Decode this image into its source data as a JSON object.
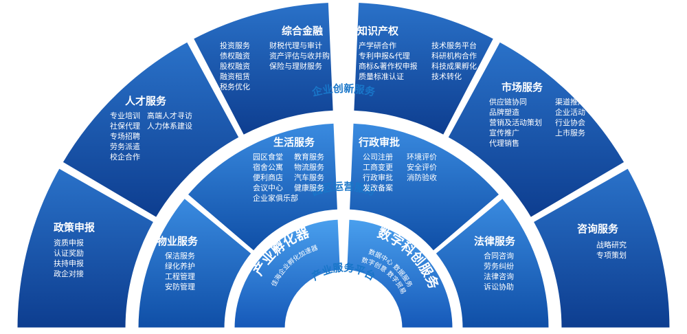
{
  "outer_ring": [
    {
      "id": "policy",
      "title": "政策申报",
      "cols": [
        [
          "资质申报",
          "认证奖励",
          "扶持申报",
          "政企对接"
        ]
      ]
    },
    {
      "id": "talent",
      "title": "人才服务",
      "cols": [
        [
          "专业培训",
          "社保代理",
          "专场招聘",
          "劳务派遣",
          "校企合作"
        ],
        [
          "高端人才寻访",
          "人力体系建设"
        ]
      ]
    },
    {
      "id": "finance",
      "title": "综合金融",
      "cols": [
        [
          "投资服务",
          "债权融资",
          "股权融资",
          "融资租赁",
          "税务优化"
        ],
        [
          "财税代理与审计",
          "资产评估与收并购",
          "保险与理财服务"
        ]
      ]
    },
    {
      "id": "ip",
      "title": "知识产权",
      "cols": [
        [
          "产学研合作",
          "专利申报&代理",
          "商标&著作权申报",
          "质量标准认证"
        ],
        [
          "技术服务平台",
          "科研机构合作",
          "科技成果孵化",
          "技术转化"
        ]
      ]
    },
    {
      "id": "market",
      "title": "市场服务",
      "cols": [
        [
          "供应链协同",
          "品牌塑造",
          "营销及活动策划",
          "宣传推广",
          "代理销售"
        ],
        [
          "渠道推广",
          "企业活动",
          "行业协会",
          "上市服务"
        ]
      ]
    },
    {
      "id": "consult",
      "title": "咨询服务",
      "cols": [
        [
          "战略研究",
          "专项策划"
        ]
      ]
    }
  ],
  "band_outer_label": "企业创新服务",
  "middle_ring": [
    {
      "id": "property",
      "title": "物业服务",
      "cols": [
        [
          "保洁服务",
          "绿化养护",
          "工程管理",
          "安防管理"
        ]
      ]
    },
    {
      "id": "life",
      "title": "生活服务",
      "cols": [
        [
          "园区食堂",
          "宿舍公寓",
          "便利商店",
          "会议中心",
          "企业家俱乐部"
        ],
        [
          "教育服务",
          "物流服务",
          "汽车服务",
          "健康服务"
        ]
      ]
    },
    {
      "id": "admin",
      "title": "行政审批",
      "cols": [
        [
          "公司注册",
          "工商变更",
          "行政审批",
          "发改备案"
        ],
        [
          "环境评价",
          "安全评价",
          "消防验收"
        ]
      ]
    },
    {
      "id": "legal",
      "title": "法律服务",
      "cols": [
        [
          "合同咨询",
          "劳务纠纷",
          "法律咨询",
          "诉讼协助"
        ]
      ]
    }
  ],
  "band_middle_label": "园区运营服务",
  "inner_ring": [
    {
      "id": "incubator",
      "title": "产业孵化器",
      "subtitle": "佳海企业孵化加速器"
    },
    {
      "id": "digital",
      "title": "数字科创服务",
      "subtitle_lines": [
        "数据中心 数据服务",
        "数字创意 数字贸易"
      ]
    }
  ],
  "core_label": "产业服务平台",
  "colors": {
    "outer_dark": "#0d3d8f",
    "outer_light": "#2a72c9",
    "middle_dark": "#0f4ea6",
    "middle_light": "#3a8be0",
    "inner_dark": "#1558b8",
    "inner_light": "#4aa0ee",
    "band": "#ffffff",
    "band_text": "#1976c9",
    "core": "#ffffff"
  }
}
